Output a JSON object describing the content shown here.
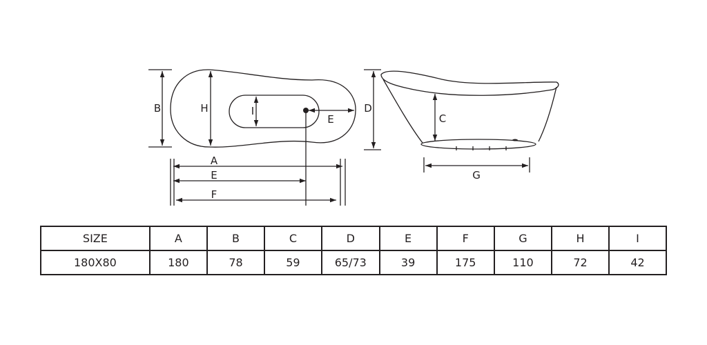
{
  "drawing": {
    "top_view_labels": {
      "B": "B",
      "H": "H",
      "I": "I",
      "E_drain": "E",
      "A": "A",
      "E": "E",
      "F": "F"
    },
    "side_view_labels": {
      "D": "D",
      "C": "C",
      "G": "G"
    }
  },
  "table": {
    "headers": [
      "SIZE",
      "A",
      "B",
      "C",
      "D",
      "E",
      "F",
      "G",
      "H",
      "I"
    ],
    "rows": [
      [
        "180X80",
        "180",
        "78",
        "59",
        "65/73",
        "39",
        "175",
        "110",
        "72",
        "42"
      ]
    ]
  }
}
